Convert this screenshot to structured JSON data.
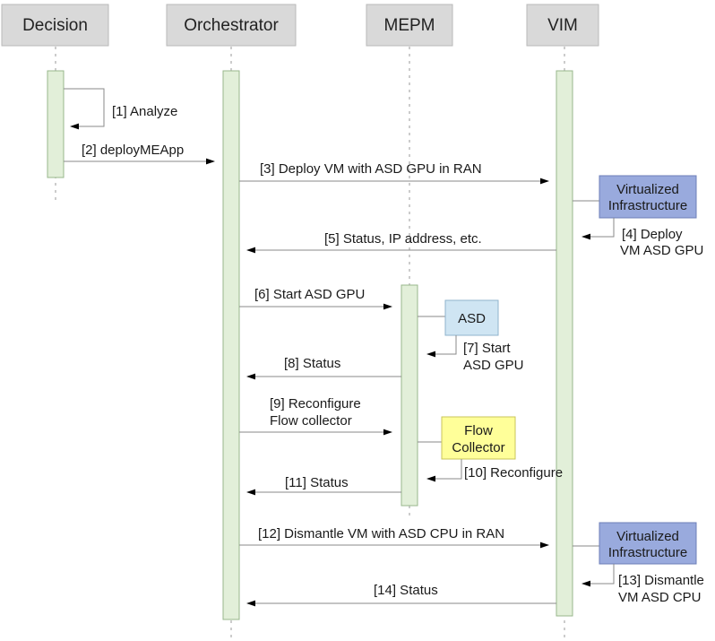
{
  "participants": {
    "decision": "Decision",
    "orchestrator": "Orchestrator",
    "mepm": "MEPM",
    "vim": "VIM"
  },
  "messages": {
    "m1": "[1] Analyze",
    "m2": "[2] deployMEApp",
    "m3": "[3] Deploy VM with ASD GPU in RAN",
    "m4_line1": "[4] Deploy",
    "m4_line2": "VM ASD GPU",
    "m5": "[5] Status, IP address, etc.",
    "m6": "[6] Start ASD GPU",
    "m7_line1": "[7] Start",
    "m7_line2": "ASD GPU",
    "m8": "[8] Status",
    "m9_line1": "[9] Reconfigure",
    "m9_line2": "Flow collector",
    "m10": "[10] Reconfigure",
    "m11": "[11] Status",
    "m12": "[12] Dismantle VM with ASD CPU in RAN",
    "m13_line1": "[13] Dismantle",
    "m13_line2": "VM ASD CPU",
    "m14": "[14] Status"
  },
  "boxes": {
    "vi_top_line1": "Virtualized",
    "vi_top_line2": "Infrastructure",
    "asd": "ASD",
    "flow_line1": "Flow",
    "flow_line2": "Collector",
    "vi_bottom_line1": "Virtualized",
    "vi_bottom_line2": "Infrastructure"
  },
  "colors": {
    "header_fill": "#d9d9d9",
    "activation_fill": "#e2efd9",
    "vi_box_fill": "#99aadd",
    "asd_box_fill": "#cfe5f3",
    "flow_box_fill": "#ffff99"
  }
}
